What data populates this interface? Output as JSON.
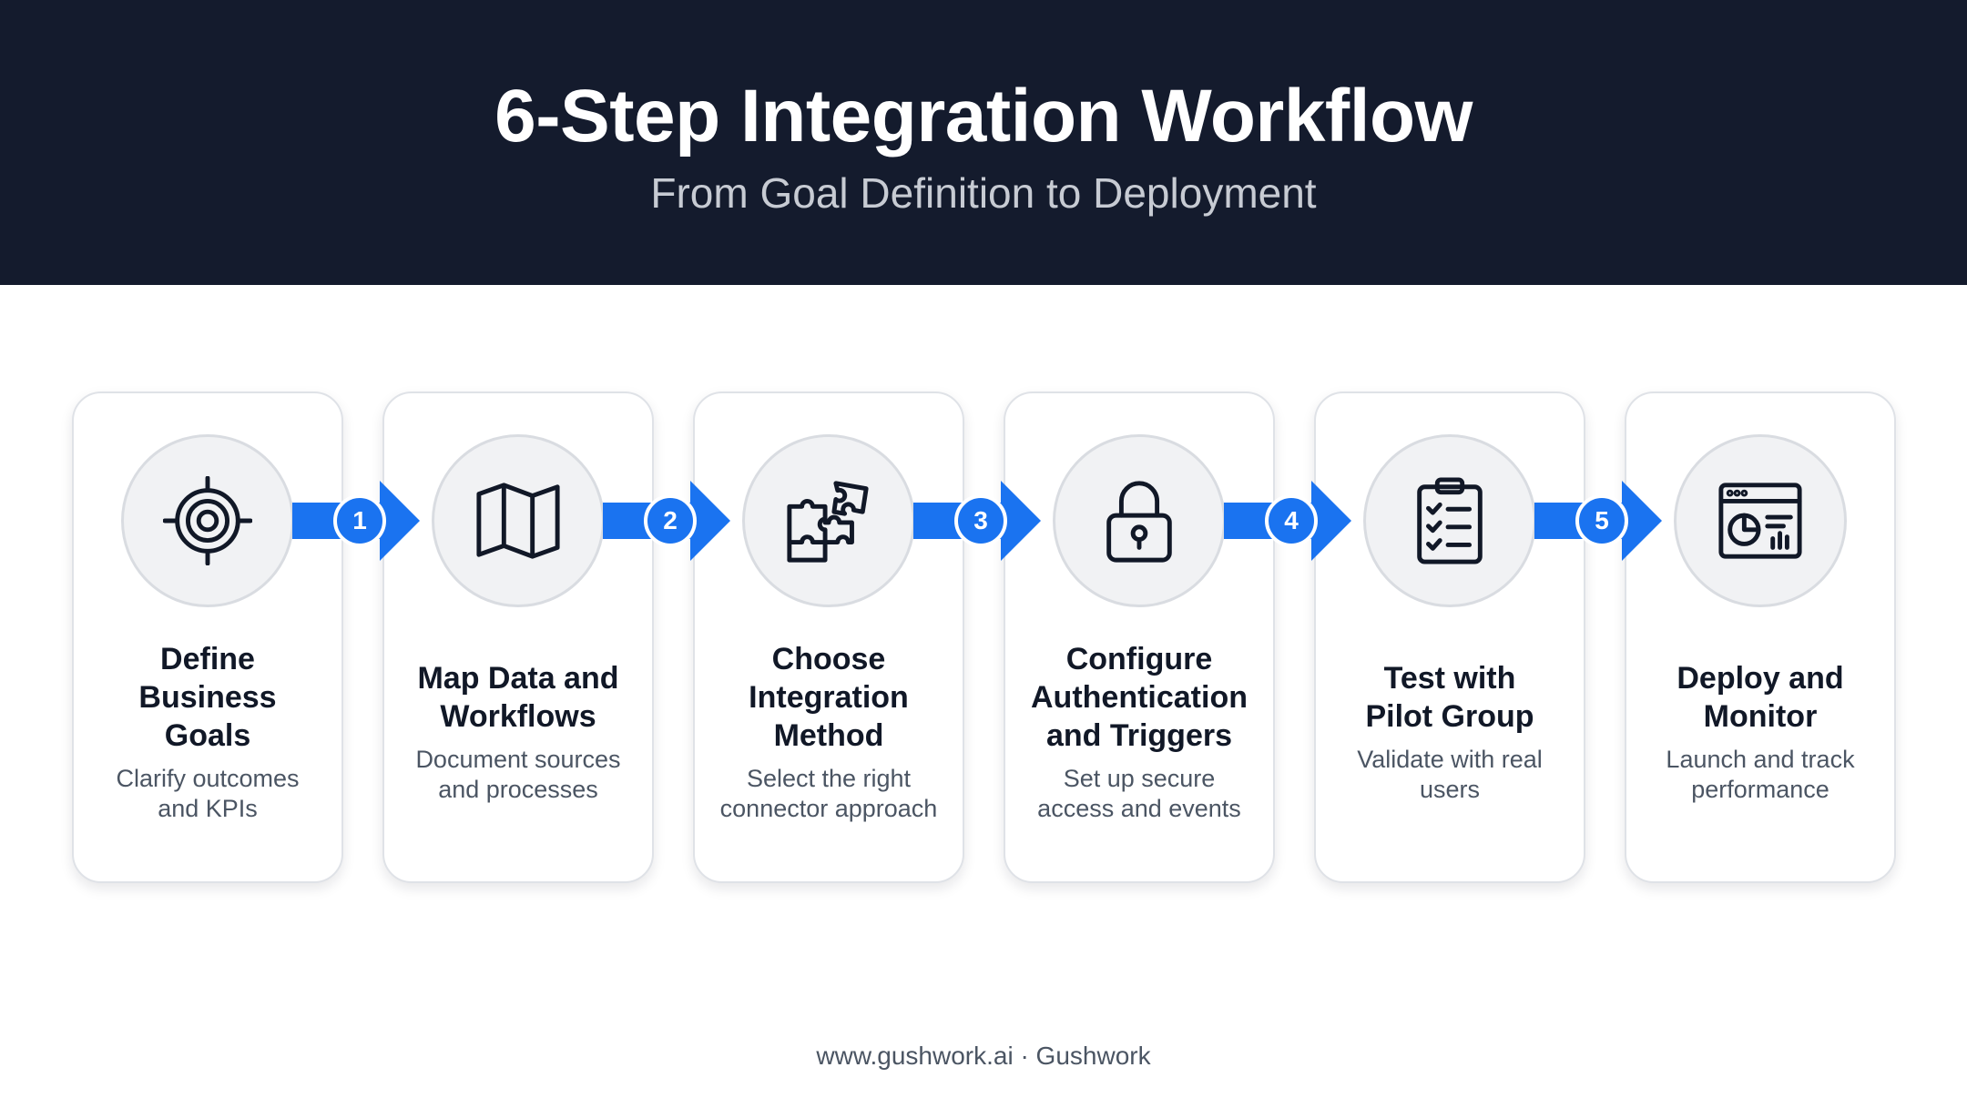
{
  "header": {
    "title": "6-Step Integration Workflow",
    "subtitle": "From Goal Definition to Deployment"
  },
  "steps": [
    {
      "title": "Define\nBusiness\nGoals",
      "description": "Clarify outcomes\nand KPIs",
      "icon": "target-icon"
    },
    {
      "title": "Map Data and\nWorkflows",
      "description": "Document sources\nand processes",
      "icon": "map-icon"
    },
    {
      "title": "Choose\nIntegration\nMethod",
      "description": "Select the right\nconnector approach",
      "icon": "puzzle-icon"
    },
    {
      "title": "Configure\nAuthentication\nand Triggers",
      "description": "Set up secure\naccess and events",
      "icon": "lock-icon"
    },
    {
      "title": "Test with\nPilot Group",
      "description": "Validate with real\nusers",
      "icon": "clipboard-checklist-icon"
    },
    {
      "title": "Deploy and\nMonitor",
      "description": "Launch and track\nperformance",
      "icon": "dashboard-icon"
    }
  ],
  "connectors": [
    {
      "number": "1"
    },
    {
      "number": "2"
    },
    {
      "number": "3"
    },
    {
      "number": "4"
    },
    {
      "number": "5"
    }
  ],
  "footer": {
    "text": "www.gushwork.ai · Gushwork"
  },
  "colors": {
    "header_background": "#141b2d",
    "accent_blue": "#1a73f0",
    "icon_stroke": "#111827"
  }
}
